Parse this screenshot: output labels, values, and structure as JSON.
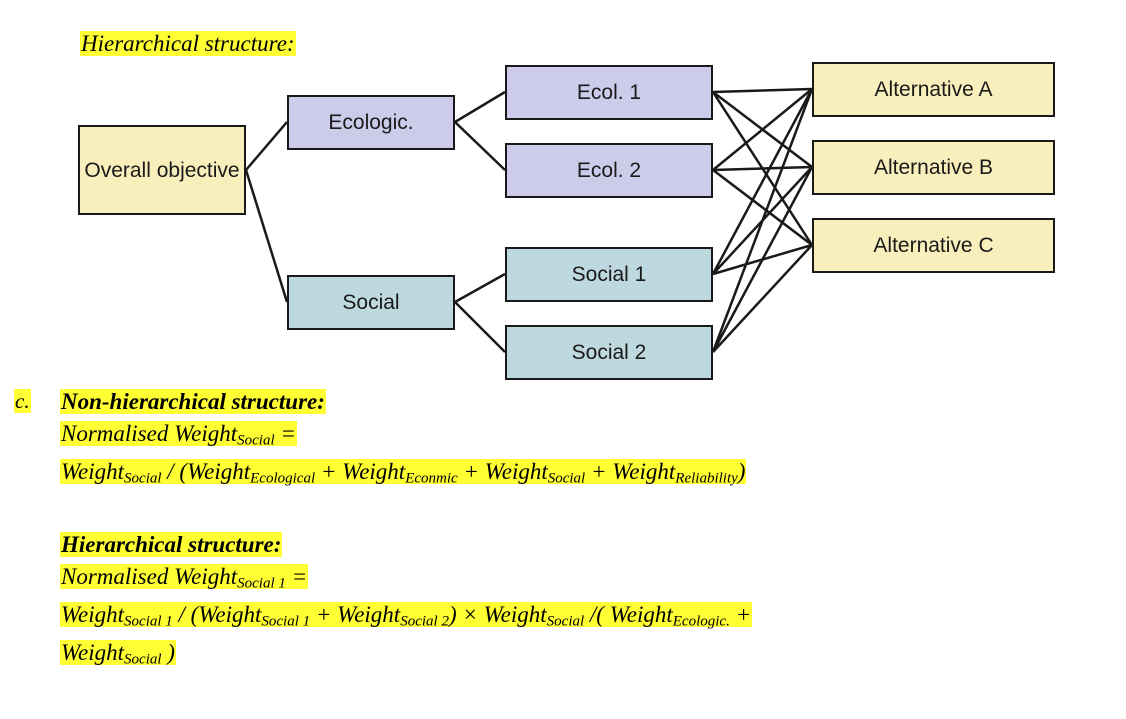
{
  "page": {
    "background_color": "#ffffff",
    "highlight_color": "#ffff33"
  },
  "diagram": {
    "caption": "Hierarchical structure:",
    "colors": {
      "goal_fill": "#f8efbc",
      "ecological_fill": "#ccccea",
      "social_fill": "#bed8df",
      "alternative_fill": "#f8efbc",
      "border": "#1a1a1a"
    },
    "nodes": {
      "goal": {
        "label": "Overall objective"
      },
      "criteria": [
        {
          "label": "Ecologic."
        },
        {
          "label": "Social"
        }
      ],
      "subcriteria": [
        {
          "label": "Ecol. 1"
        },
        {
          "label": "Ecol. 2"
        },
        {
          "label": "Social 1"
        },
        {
          "label": "Social 2"
        }
      ],
      "alternatives": [
        {
          "label": "Alternative A"
        },
        {
          "label": "Alternative B"
        },
        {
          "label": "Alternative C"
        }
      ]
    }
  },
  "sections": [
    {
      "marker": "c.",
      "title": "Non-hierarchical structure:",
      "lines": [
        {
          "parts": [
            {
              "t": "Normalised Weight",
              "sub": false
            },
            {
              "t": "Social",
              "sub": true
            },
            {
              "t": " =",
              "sub": false
            }
          ]
        },
        {
          "parts": [
            {
              "t": "Weight",
              "sub": false
            },
            {
              "t": "Social",
              "sub": true
            },
            {
              "t": " / (Weight",
              "sub": false
            },
            {
              "t": "Ecological",
              "sub": true
            },
            {
              "t": " + Weight",
              "sub": false
            },
            {
              "t": "Econmic",
              "sub": true
            },
            {
              "t": " + Weight",
              "sub": false
            },
            {
              "t": "Social",
              "sub": true
            },
            {
              "t": " + Weight",
              "sub": false
            },
            {
              "t": "Reliability",
              "sub": true
            },
            {
              "t": ")",
              "sub": false
            }
          ]
        }
      ]
    },
    {
      "marker": "",
      "title": "Hierarchical structure:",
      "lines": [
        {
          "parts": [
            {
              "t": "Normalised Weight",
              "sub": false
            },
            {
              "t": "Social 1",
              "sub": true
            },
            {
              "t": " =",
              "sub": false
            }
          ]
        },
        {
          "parts": [
            {
              "t": "Weight",
              "sub": false
            },
            {
              "t": "Social 1",
              "sub": true
            },
            {
              "t": " / (Weight",
              "sub": false
            },
            {
              "t": "Social 1",
              "sub": true
            },
            {
              "t": " + Weight",
              "sub": false
            },
            {
              "t": "Social 2",
              "sub": true
            },
            {
              "t": ") × Weight",
              "sub": false
            },
            {
              "t": "Social",
              "sub": true
            },
            {
              "t": " /( Weight",
              "sub": false
            },
            {
              "t": "Ecologic.",
              "sub": true
            },
            {
              "t": " +",
              "sub": false
            }
          ]
        },
        {
          "parts": [
            {
              "t": "Weight",
              "sub": false
            },
            {
              "t": "Social",
              "sub": true
            },
            {
              "t": " )",
              "sub": false
            }
          ]
        }
      ]
    }
  ]
}
